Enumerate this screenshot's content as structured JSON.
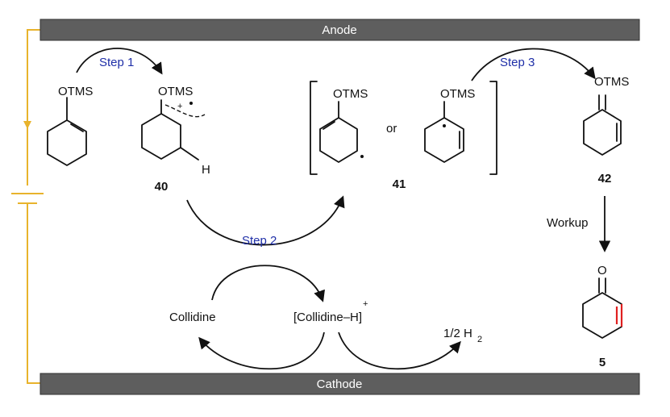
{
  "electrodes": {
    "anode": "Anode",
    "cathode": "Cathode"
  },
  "steps": {
    "step1": "Step 1",
    "step2": "Step 2",
    "step3": "Step 3"
  },
  "molecules": {
    "enol_ether": {
      "substituent": "OTMS"
    },
    "radical_cation": {
      "substituent": "OTMS",
      "charge": "+",
      "h_label": "H",
      "number": "40"
    },
    "radical_a": {
      "substituent": "OTMS"
    },
    "or_text": "or",
    "radical_b": {
      "substituent": "OTMS"
    },
    "radical_number": "41",
    "oxocarbenium": {
      "charge": "+",
      "substituent": "OTMS",
      "number": "42"
    },
    "enone": {
      "oxygen": "O",
      "number": "5"
    }
  },
  "labels": {
    "workup": "Workup",
    "collidine": "Collidine",
    "collidine_h_open": "[Collidine",
    "collidine_h_dash": "–",
    "collidine_h_close": "H]",
    "collidine_h_charge": "+",
    "h2_prefix": "1/2 H",
    "h2_sub": "2"
  },
  "colors": {
    "electrode_fill": "#5e5e5e",
    "wire": "#e8b32c",
    "step_text": "#1f2fa8",
    "highlight_bond": "#e02020"
  }
}
